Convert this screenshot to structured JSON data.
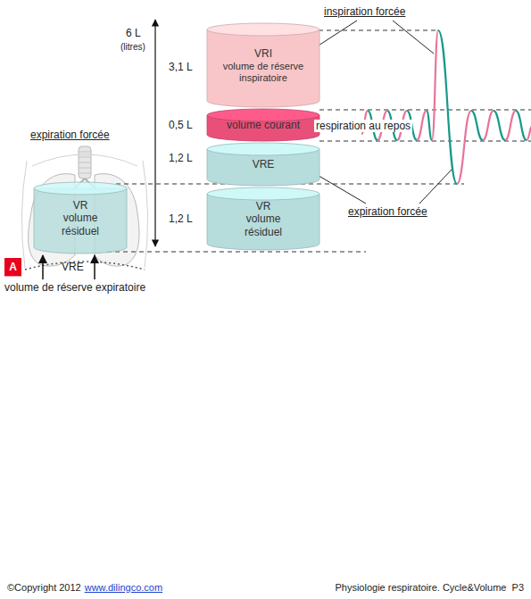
{
  "diagram": {
    "nodes": [
      {
        "text": [
          "VRI",
          "volume de réserve inspiratoire"
        ]
      },
      {
        "text": [
          "volume courant"
        ]
      },
      {
        "text": [
          "VRE"
        ]
      },
      {
        "text": [
          "VR",
          "volume résiduel"
        ]
      },
      {
        "text": [
          "VR",
          "volume résiduel"
        ]
      },
      {
        "text": [
          "A"
        ]
      }
    ],
    "labels": [
      "6 L",
      "(litres)",
      "3,1 L",
      "0,5 L",
      "1,2 L",
      "1,2 L",
      "expiration forcée",
      "VRE",
      "volume de réserve expiratoire",
      "inspiration forcée",
      "respiration au repos",
      "expiration forcée",
      "©Copyright 2012",
      "www.dilingco.com",
      "Physiologie respiratoire. Cycle&Volume  P3"
    ]
  }
}
